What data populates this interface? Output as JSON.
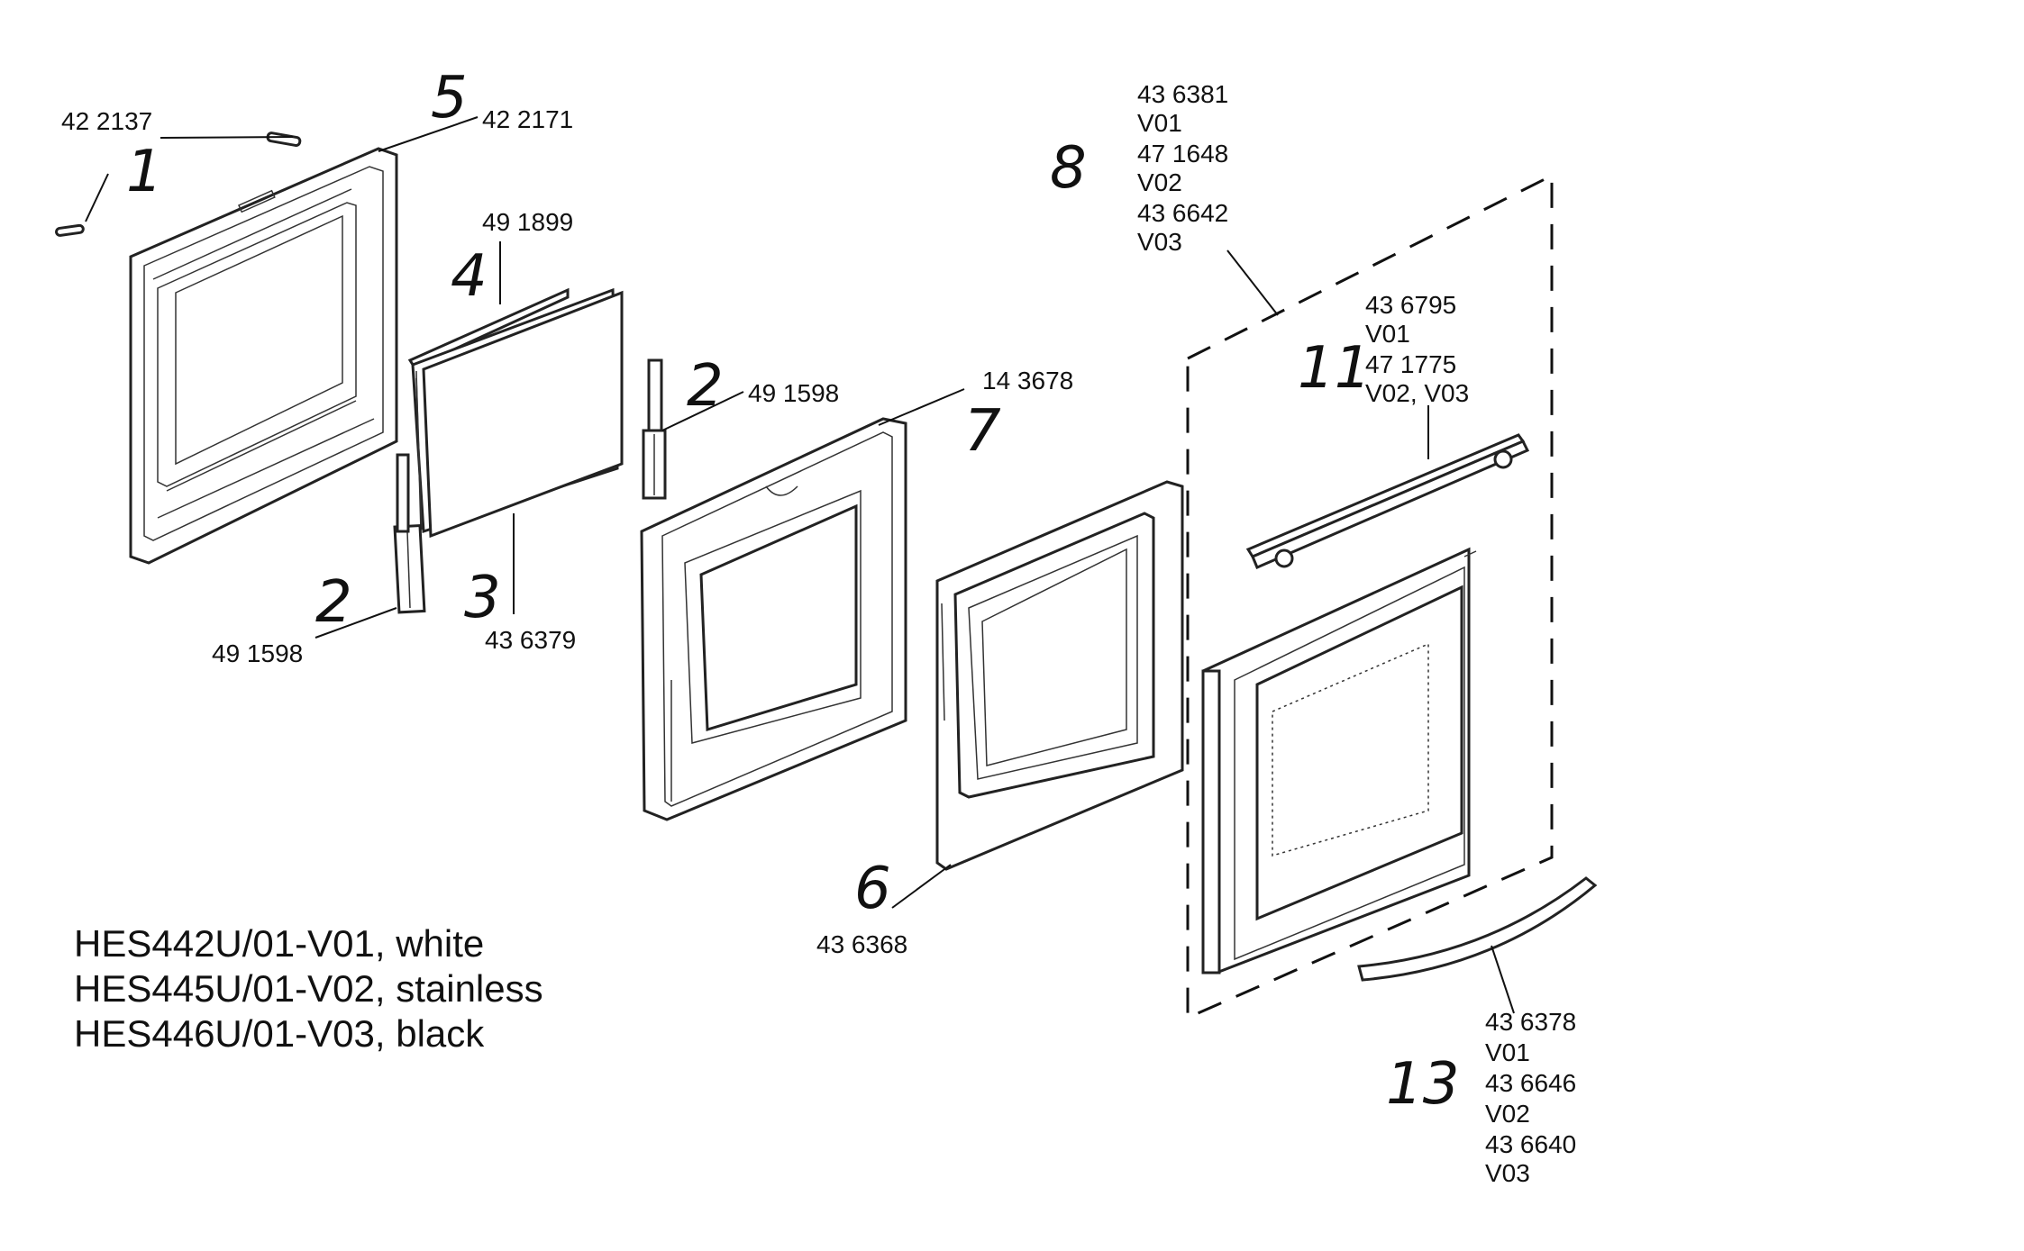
{
  "parts": {
    "p1": {
      "index": "1",
      "numbers": [
        "42 2137"
      ]
    },
    "p5": {
      "index": "5",
      "numbers": [
        "42 2171"
      ]
    },
    "p4": {
      "index": "4",
      "numbers": [
        "49 1899"
      ]
    },
    "p2a": {
      "index": "2",
      "numbers": [
        "49 1598"
      ]
    },
    "p2b": {
      "index": "2",
      "numbers": [
        "49 1598"
      ]
    },
    "p3": {
      "index": "3",
      "numbers": [
        "43 6379"
      ]
    },
    "p7": {
      "index": "7",
      "numbers": [
        "14 3678"
      ]
    },
    "p6": {
      "index": "6",
      "numbers": [
        "43 6368"
      ]
    },
    "p8": {
      "index": "8",
      "numbers": [
        "43 6381",
        "V01",
        "47 1648",
        "V02",
        "43 6642",
        "V03"
      ]
    },
    "p11": {
      "index": "11",
      "numbers": [
        "43 6795",
        "V01",
        "47 1775",
        "V02, V03"
      ]
    },
    "p13": {
      "index": "13",
      "numbers": [
        "43 6378",
        "V01",
        "43 6646",
        "V02",
        "43 6640",
        "V03"
      ]
    }
  },
  "models": [
    "HES442U/01-V01, white",
    "HES445U/01-V02, stainless",
    "HES446U/01-V03, black"
  ]
}
